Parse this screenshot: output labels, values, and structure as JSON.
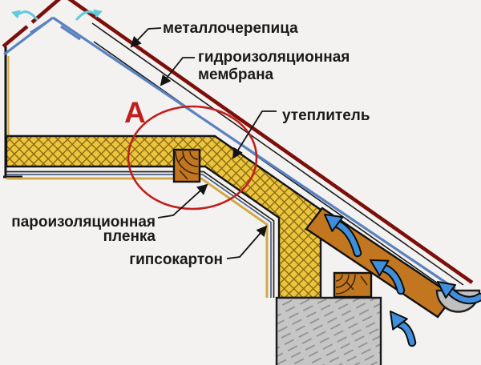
{
  "diagram": {
    "labels": {
      "metal_tile": "металлочерепица",
      "membrane_line1": "гидроизоляционная",
      "membrane_line2": "мембрана",
      "insulation": "утеплитель",
      "vapor_line1": "пароизоляционная",
      "vapor_line2": "пленка",
      "drywall": "гипсокартон",
      "detail_marker": "А"
    },
    "icons": {
      "airflow": "airflow-arrow",
      "ridge_vent": "ridge-vent-arrow",
      "leader": "label-leader-arrow"
    },
    "colors": {
      "background": "#f3f2f0",
      "metal_tile": "#7d0f0b",
      "membrane": "#5b82c0",
      "insulation_fill": "#ecc53f",
      "insulation_hatch": "#8a6a10",
      "wood": "#c1761f",
      "wall_fill": "#c6c6c6",
      "airflow_arrow": "#3f8fdc",
      "ridge_arrow": "#62c9dc",
      "marker_red": "#c0201d",
      "label_text": "#1a1a1a",
      "drywall_line": "#d2a945"
    }
  }
}
